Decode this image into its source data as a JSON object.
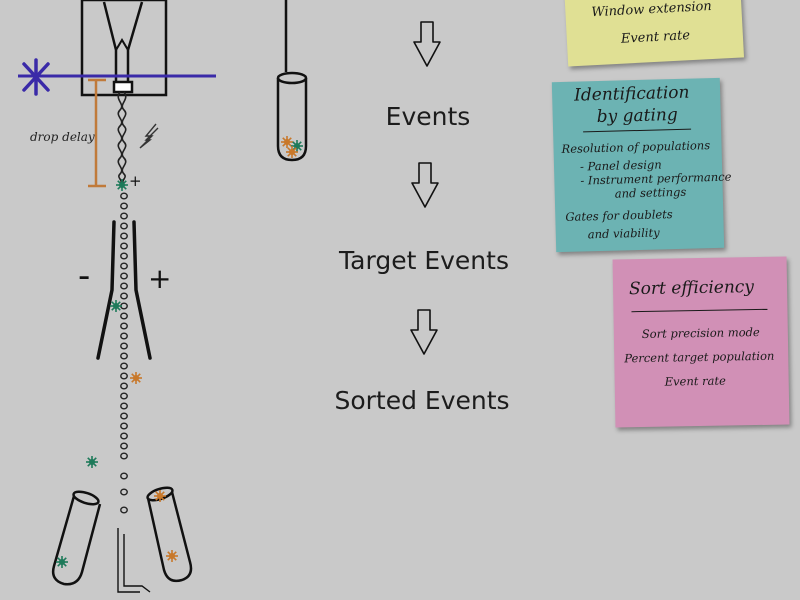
{
  "colors": {
    "background": "#c9c9c9",
    "laser": "#3a2aa8",
    "delay": "#c07a3a",
    "cell_green": "#1e7a5a",
    "cell_orange": "#c8782a",
    "note_yellow": "#e0e094",
    "note_teal": "#6cb3b3",
    "note_pink": "#d190b6"
  },
  "labels": {
    "drop_delay": "drop delay",
    "minus": "-",
    "plus": "+",
    "charge_plus": "+"
  },
  "flow": [
    "Events",
    "Target Events",
    "Sorted Events"
  ],
  "notes": {
    "yellow": {
      "lines": [
        "Window extension",
        "Event rate"
      ]
    },
    "teal": {
      "title": [
        "Identification",
        "by gating"
      ],
      "lines": [
        "Resolution of populations",
        "- Panel design",
        "- Instrument performance",
        "and settings",
        "Gates for doublets",
        "and viability"
      ]
    },
    "pink": {
      "title": "Sort efficiency",
      "lines": [
        "Sort precision mode",
        "Percent target population",
        "Event rate"
      ]
    }
  }
}
